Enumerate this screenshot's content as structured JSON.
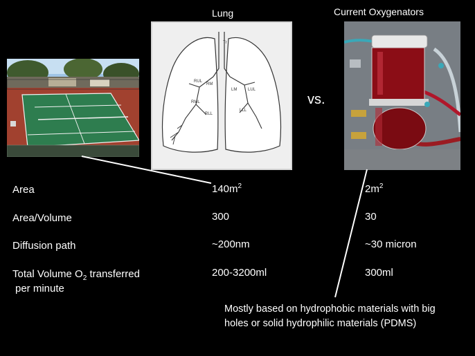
{
  "headers": {
    "lung": "Lung",
    "oxygenators": "Current Oxygenators"
  },
  "vs_text": "VS.",
  "rows": [
    {
      "label": "Area",
      "lung_value": "140m",
      "lung_sup": "2",
      "oxy_value": "2m",
      "oxy_sup": "2"
    },
    {
      "label": "Area/Volume",
      "lung_value": "300",
      "oxy_value": "30"
    },
    {
      "label": "Diffusion path",
      "lung_value": "~200nm",
      "oxy_value": "~30 micron"
    },
    {
      "label_part1": "Total Volume O",
      "label_sub": "2",
      "label_part2": " transferred",
      "label_line2": "per minute",
      "lung_value": "200-3200ml",
      "oxy_value": "300ml"
    }
  ],
  "note": {
    "line1": "Mostly based on hydrophobic materials with big",
    "line2": "holes or solid hydrophilic materials (PDMS)"
  },
  "lung_diagram_labels": [
    "Tr",
    "RUL",
    "RM",
    "LM",
    "LUL",
    "RML",
    "RLL",
    "LLL"
  ],
  "colors": {
    "background": "#000000",
    "text": "#ffffff",
    "court_green": "#2e7d4f",
    "court_red": "#a1412f",
    "blood": "#8b0d16"
  }
}
